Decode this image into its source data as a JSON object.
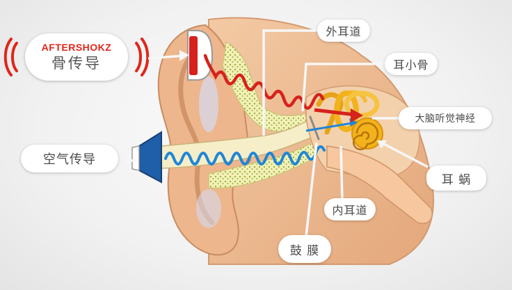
{
  "brand": {
    "name": "AFTERSHOKZ",
    "subtitle": "骨传导",
    "accent_color": "#e0251b"
  },
  "labels": {
    "outer_ear_canal": "外耳道",
    "ossicles": "耳小骨",
    "auditory_nerve": "大脑听觉神经",
    "cochlea": "耳 蜗",
    "inner_ear_canal": "内耳道",
    "eardrum": "鼓 膜",
    "air_conduction": "空气传导"
  },
  "colors": {
    "bone_wave": "#d6211c",
    "air_wave": "#1f86d6",
    "skin": "#eab990",
    "skin_light": "#f5d3b2",
    "cartilage": "#f2f0b4",
    "cochlea": "#f2b21b",
    "air_speaker": "#1f5ea8"
  }
}
